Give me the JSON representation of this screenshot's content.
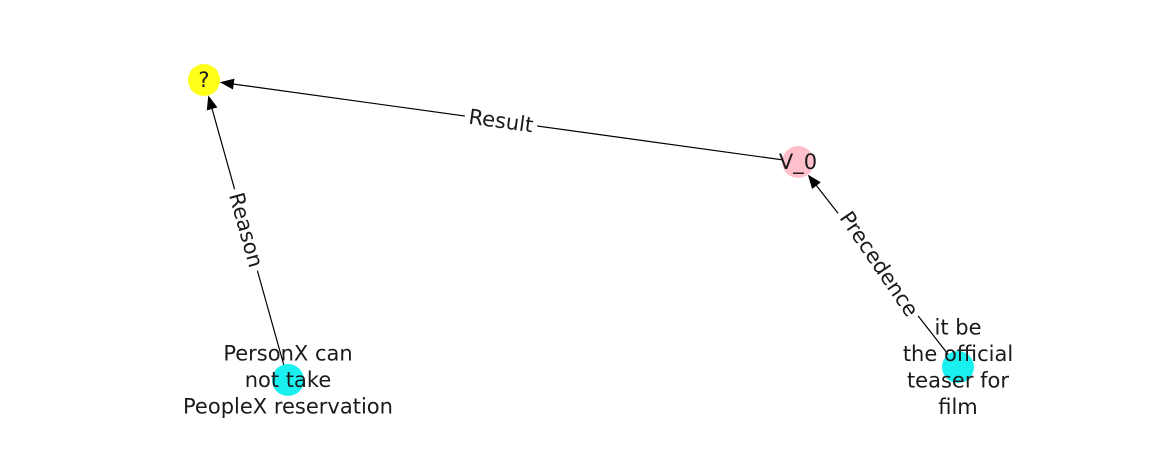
{
  "diagram": {
    "type": "directed-graph",
    "nodes": [
      {
        "id": "q",
        "label": "?",
        "color": "#ffff1a"
      },
      {
        "id": "v0",
        "label": "V_0",
        "color": "#ffc0cb"
      },
      {
        "id": "personx",
        "label_lines": [
          "PersonX can",
          "not take",
          "PeopleX reservation"
        ],
        "color": "#1af0f0"
      },
      {
        "id": "teaser",
        "label_lines": [
          "it be",
          "the official",
          "teaser for",
          "film"
        ],
        "color": "#1af0f0"
      }
    ],
    "edges": [
      {
        "from": "v0",
        "to": "q",
        "label": "Result"
      },
      {
        "from": "personx",
        "to": "q",
        "label": "Reason"
      },
      {
        "from": "teaser",
        "to": "v0",
        "label": "Precedence"
      }
    ]
  }
}
